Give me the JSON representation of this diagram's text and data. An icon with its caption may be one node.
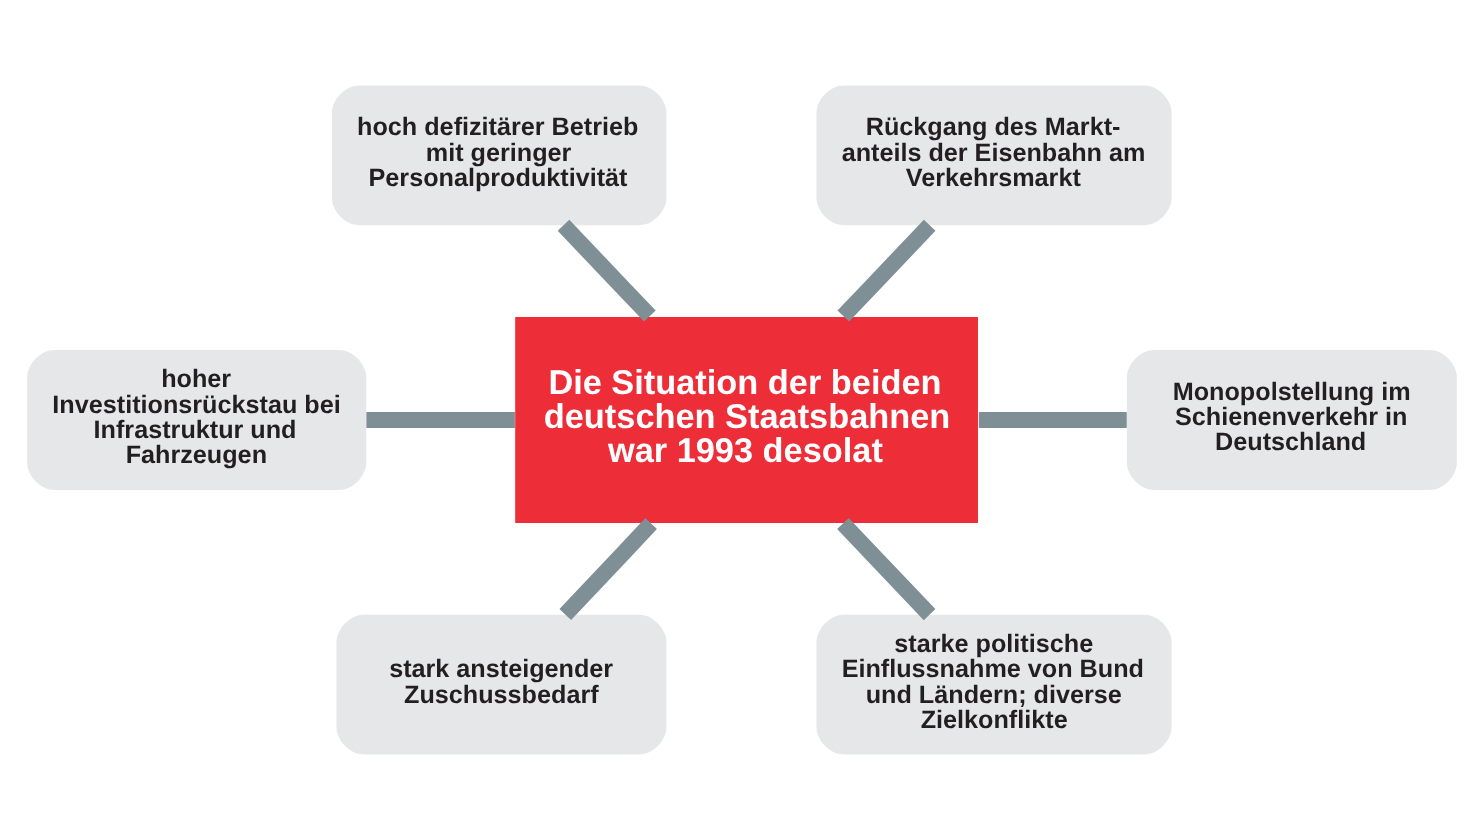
{
  "diagram": {
    "nodes": [
      {
        "text": [
          "hoch defizitärer Betrieb mit geringer Personalproduktivität"
        ]
      },
      {
        "text": [
          "Rückgang des Markt- anteils der Eisenbahn am Verkehrsmarkt"
        ]
      },
      {
        "text": [
          "hoher Investitionsrückstau bei Infrastruktur und Fahrzeugen"
        ]
      },
      {
        "text": [
          "Die Situation der beiden deutschen Staatsbahnen war 1993 desolat"
        ]
      },
      {
        "text": [
          "Monopolstellung im Schienenverkehr in Deutschland"
        ]
      },
      {
        "text": [
          "stark ansteigender Zuschussbedarf"
        ]
      },
      {
        "text": [
          "starke politische Einflussnahme von Bund und Ländern; diverse Zielkonflikte"
        ]
      }
    ],
    "edges": [
      {
        "from": 0,
        "to": 3,
        "arrow": "none"
      },
      {
        "from": 1,
        "to": 3,
        "arrow": "none"
      },
      {
        "from": 2,
        "to": 3,
        "arrow": "none"
      },
      {
        "from": 3,
        "to": 4,
        "arrow": "none"
      },
      {
        "from": 3,
        "to": 5,
        "arrow": "none"
      },
      {
        "from": 3,
        "to": 6,
        "arrow": "none"
      }
    ]
  }
}
